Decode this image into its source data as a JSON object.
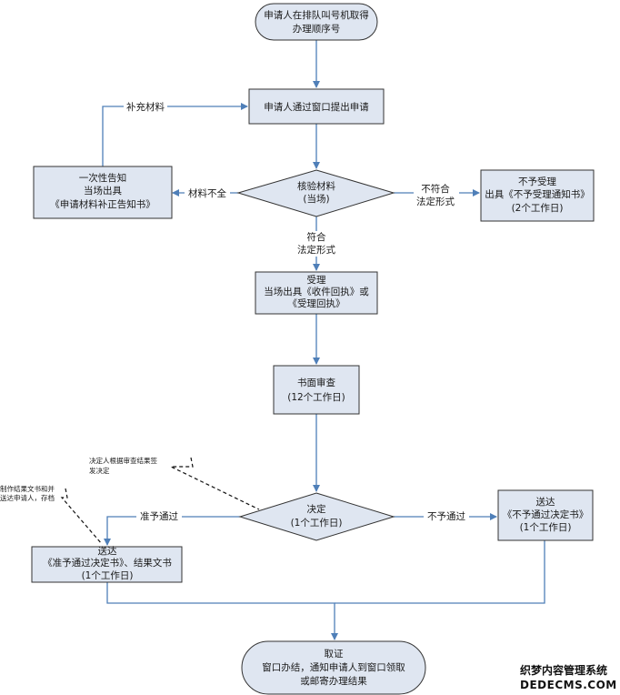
{
  "nodes": {
    "start": [
      "申请人在排队叫号机取得",
      "办理顺序号"
    ],
    "submit": [
      "申请人通过窗口提出申请"
    ],
    "verify": [
      "核验材料",
      "(当场)"
    ],
    "notify": [
      "一次性告知",
      "当场出具",
      "《申请材料补正告知书》"
    ],
    "reject": [
      "不予受理",
      "出具《不予受理通知书》",
      "(2个工作日)"
    ],
    "accept": [
      "受理",
      "当场出具《收件回执》或",
      "《受理回执》"
    ],
    "review": [
      "书面审查",
      "(12个工作日)"
    ],
    "decision": [
      "决定",
      "(1个工作日)"
    ],
    "deny_deliver": [
      "送达",
      "《不予通过决定书》",
      "(1个工作日)"
    ],
    "approve_deliver": [
      "送达",
      "《准予通过决定书》、结果文书",
      "(1个工作日)"
    ],
    "end": [
      "取证",
      "窗口办结，通知申请人到窗口领取",
      "或邮寄办理结果"
    ]
  },
  "edge_labels": {
    "supplement": "补充材料",
    "incomplete": "材料不全",
    "nonconform": [
      "不符合",
      "法定形式"
    ],
    "conform": [
      "符合",
      "法定形式"
    ],
    "approve": "准予通过",
    "deny": "不予通过"
  },
  "notes": {
    "decision_note": [
      "决定人根据审查结果签",
      "发决定"
    ],
    "result_note": [
      "制作结果文书和并",
      "送达申请人，存档"
    ]
  },
  "watermark": {
    "line1": "织梦内容管理系统",
    "line2": "DEDECMS.COM"
  },
  "colors": {
    "box_fill": "#dfe6f1",
    "box_stroke": "#333333",
    "arrow": "#4f7fb8",
    "dash": "#111111"
  }
}
